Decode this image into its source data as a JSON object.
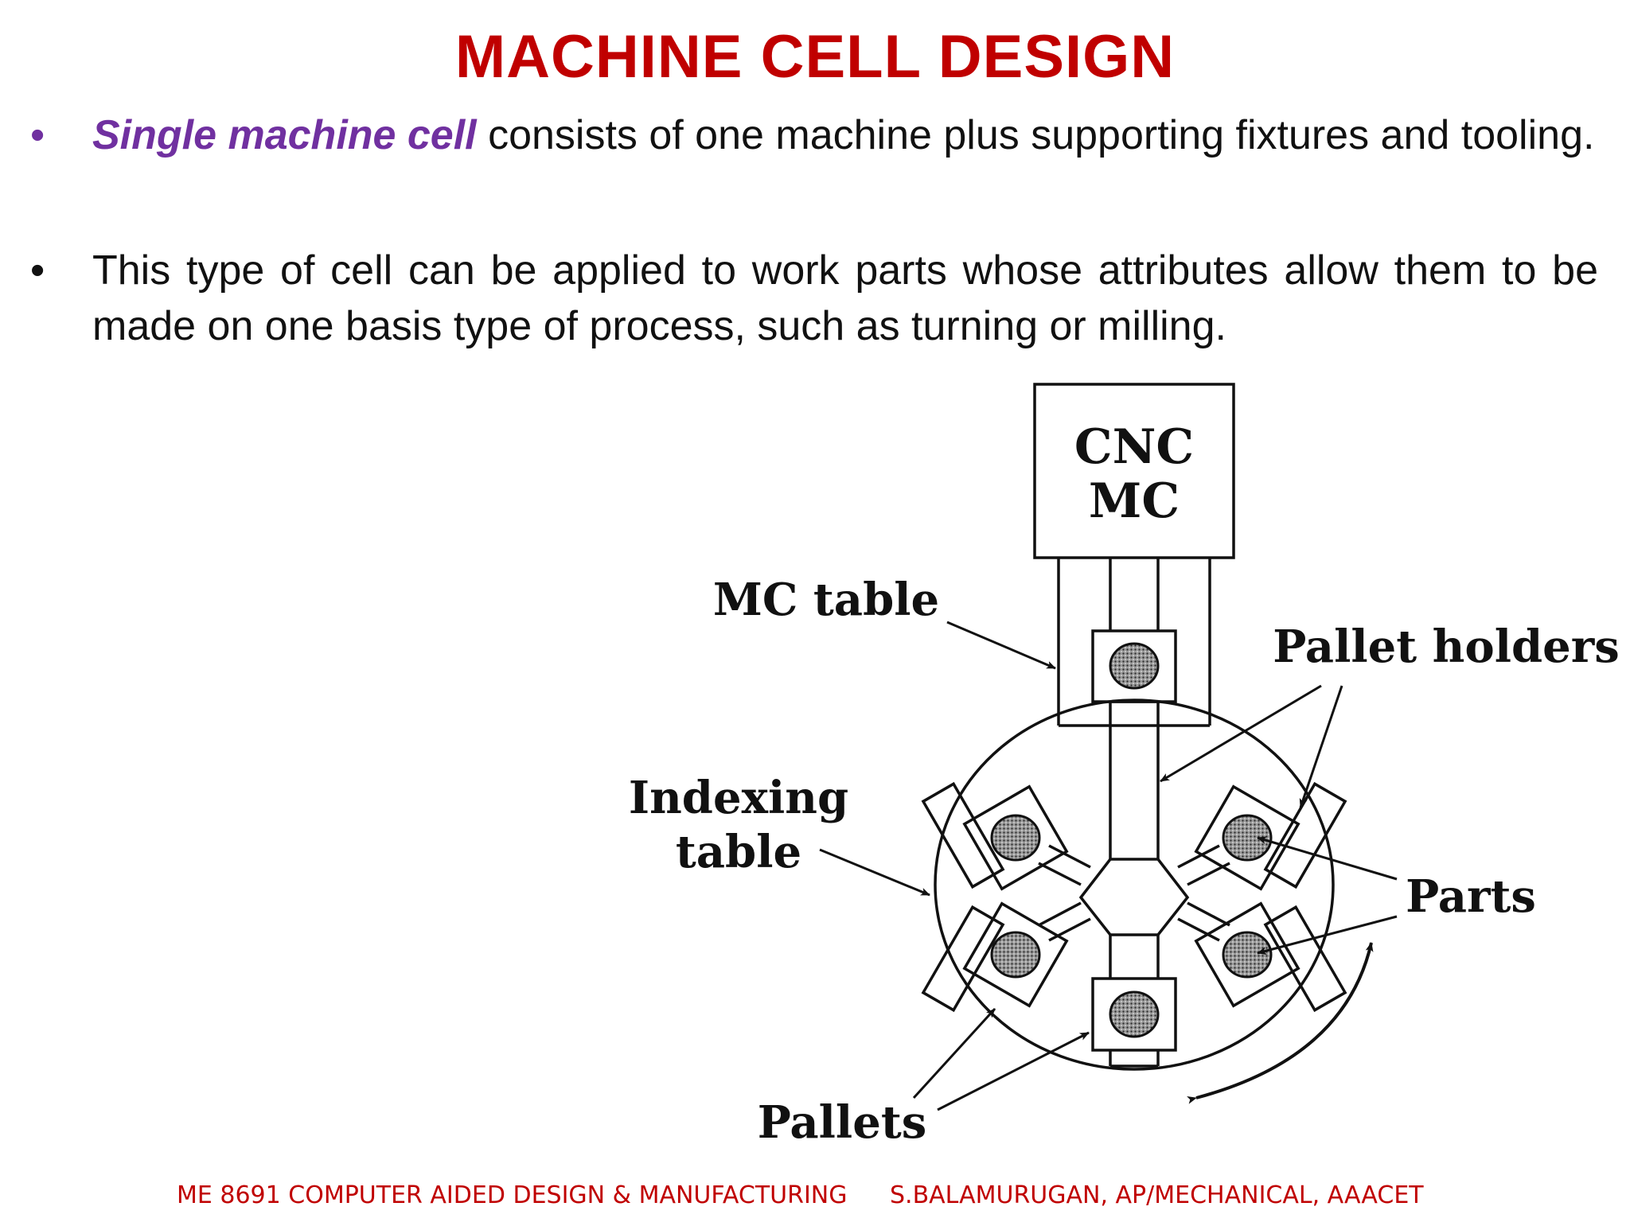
{
  "slide": {
    "title": "MACHINE CELL DESIGN",
    "bullets": [
      {
        "emphasis": "Single machine cell",
        "text": " consists of one machine plus supporting fixtures and tooling."
      },
      {
        "text": "This type of cell can be applied to work parts whose attributes allow them to be made on one basis type of process, such as turning or milling."
      }
    ],
    "bullet_symbol": "•"
  },
  "diagram": {
    "machine_line1": "CNC",
    "machine_line2": "MC",
    "mc_table": "MC table",
    "pallet_holders": "Pallet holders",
    "indexing_line1": "Indexing",
    "indexing_line2": "table",
    "parts": "Parts",
    "pallets": "Pallets"
  },
  "footer": {
    "left": "ME 8691 COMPUTER AIDED DESIGN & MANUFACTURING",
    "right": "S.BALAMURUGAN, AP/MECHANICAL, AAACET"
  }
}
